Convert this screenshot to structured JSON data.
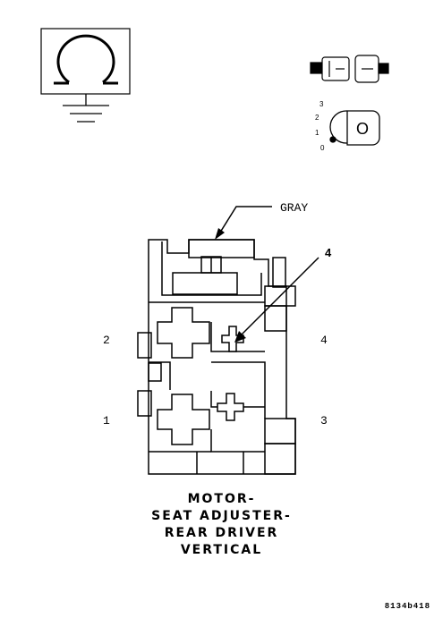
{
  "caption": {
    "line1": "MOTOR-",
    "line2": "SEAT ADJUSTER-",
    "line3": "REAR DRIVER",
    "line4": "VERTICAL"
  },
  "labels": {
    "color": "GRAY",
    "callout": "4",
    "pin_top_left": "2",
    "pin_top_right": "4",
    "pin_bottom_left": "1",
    "pin_bottom_right": "3"
  },
  "key_positions": [
    "3",
    "2",
    "1",
    "0"
  ],
  "key_letter": "O",
  "figure_code": "8134b418",
  "icons": [
    "motor-symbol-icon",
    "ground-icon",
    "connector-release-icon",
    "key-icon"
  ]
}
